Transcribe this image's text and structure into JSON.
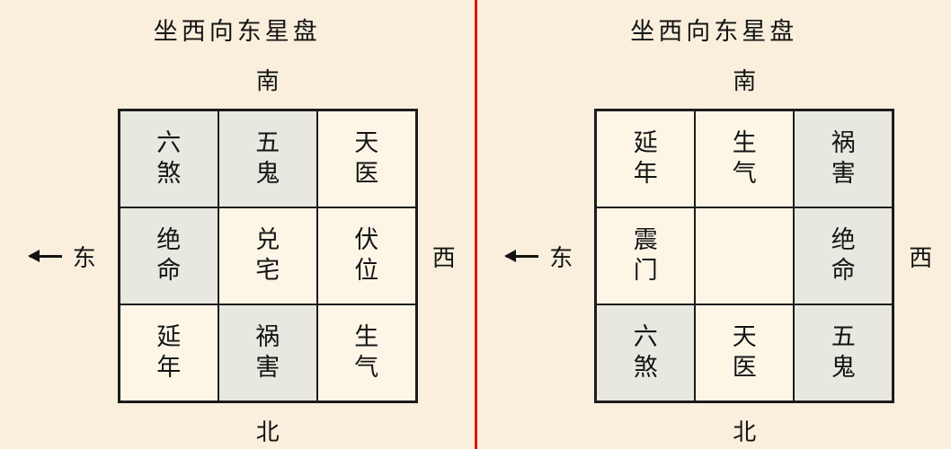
{
  "colors": {
    "page_background": "#f9efdc",
    "divider_red": "#e01414",
    "grid_border": "#1b1b1b",
    "cell_default": "#fdf6e7",
    "cell_shaded": "#e8e7e0",
    "text": "#141414"
  },
  "panels": [
    {
      "title": "坐西向东星盘",
      "compass": {
        "south": "南",
        "north": "北",
        "east": "东",
        "west": "西"
      },
      "cells": [
        {
          "label": "六\n煞",
          "shaded": true
        },
        {
          "label": "五\n鬼",
          "shaded": true
        },
        {
          "label": "天\n医",
          "shaded": false
        },
        {
          "label": "绝\n命",
          "shaded": true
        },
        {
          "label": "兑\n宅",
          "shaded": false
        },
        {
          "label": "伏\n位",
          "shaded": false
        },
        {
          "label": "延\n年",
          "shaded": false
        },
        {
          "label": "祸\n害",
          "shaded": true
        },
        {
          "label": "生\n气",
          "shaded": false
        }
      ]
    },
    {
      "title": "坐西向东星盘",
      "compass": {
        "south": "南",
        "north": "北",
        "east": "东",
        "west": "西"
      },
      "cells": [
        {
          "label": "延\n年",
          "shaded": false
        },
        {
          "label": "生\n气",
          "shaded": false
        },
        {
          "label": "祸\n害",
          "shaded": true
        },
        {
          "label": "震\n门",
          "shaded": false
        },
        {
          "label": "",
          "shaded": false
        },
        {
          "label": "绝\n命",
          "shaded": true
        },
        {
          "label": "六\n煞",
          "shaded": true
        },
        {
          "label": "天\n医",
          "shaded": false
        },
        {
          "label": "五\n鬼",
          "shaded": true
        }
      ]
    }
  ]
}
